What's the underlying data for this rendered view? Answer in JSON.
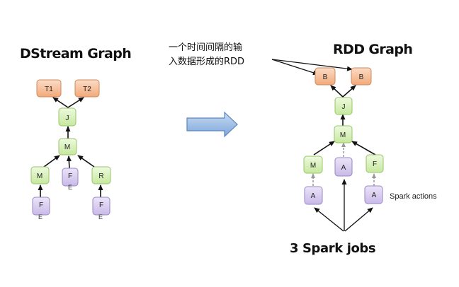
{
  "dstream": {
    "title": "DStream Graph",
    "nodes": {
      "t1": "T1",
      "t2": "T2",
      "j": "J",
      "m_top": "M",
      "m_left": "M",
      "f_mid": "F",
      "r": "R",
      "f_left": "F",
      "f_right": "F"
    },
    "sub_labels": {
      "f_mid": "E",
      "f_left": "E",
      "f_right": "E"
    }
  },
  "rdd": {
    "title": "RDD Graph",
    "annotation_line1": "一个时间间隔的输",
    "annotation_line2": "入数据形成的RDD",
    "nodes": {
      "b1": "B",
      "b2": "B",
      "j": "J",
      "m_top": "M",
      "m_left": "M",
      "a_mid": "A",
      "f_right": "F",
      "a_left": "A",
      "a_right": "A"
    },
    "spark_actions": "Spark actions",
    "jobs_label": "3 Spark jobs"
  },
  "colors": {
    "orange_fill": "#f7c29f",
    "orange_stroke": "#cf8a5c",
    "green_fill": "#d8f0b8",
    "green_stroke": "#98c66a",
    "purple_fill": "#d9cdef",
    "purple_stroke": "#9987c4",
    "arrow_fill": "#8eb4e3",
    "arrow_stroke": "#4f81bd"
  }
}
